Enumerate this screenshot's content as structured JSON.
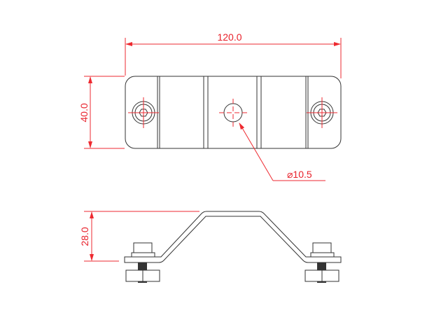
{
  "drawing": {
    "dimensions": {
      "width_label": "120.0",
      "height_label": "40.0",
      "hole_label": "⌀10.5",
      "side_height_label": "28.0"
    },
    "colors": {
      "dimension": "#ee2a30",
      "outline": "#333333"
    }
  }
}
